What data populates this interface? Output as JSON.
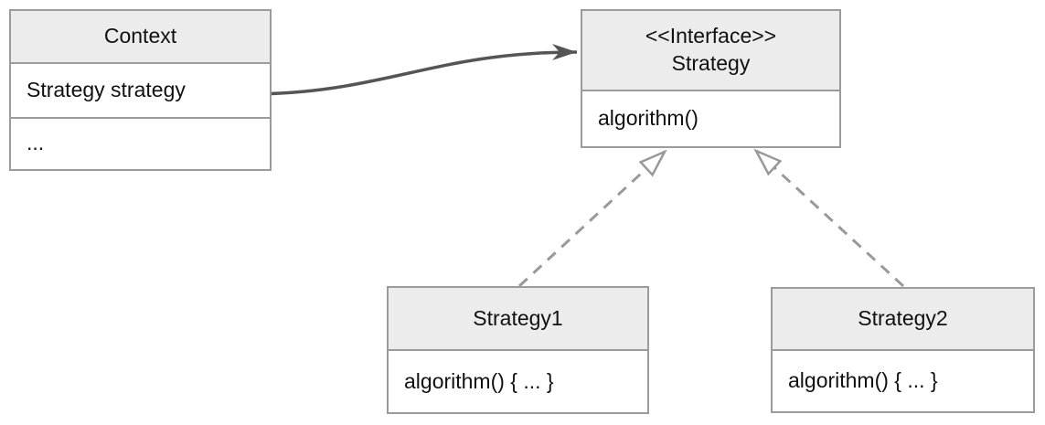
{
  "colors": {
    "box_border": "#9b9b9b",
    "header_fill": "#ececec",
    "body_fill": "#ffffff",
    "text": "#111111",
    "association_arrow": "#555555",
    "realization_arrow": "#999999"
  },
  "classes": {
    "context": {
      "name": "Context",
      "attribute": "Strategy strategy",
      "more": "..."
    },
    "strategy_interface": {
      "stereotype": "<<Interface>>",
      "name": "Strategy",
      "method": "algorithm()"
    },
    "strategy1": {
      "name": "Strategy1",
      "method": "algorithm() { ... }"
    },
    "strategy2": {
      "name": "Strategy2",
      "method": "algorithm() { ... }"
    }
  },
  "relations": {
    "association": {
      "type": "association",
      "from": "Context",
      "to": "Strategy"
    },
    "realization_left": {
      "type": "realization",
      "from": "Strategy1",
      "to": "Strategy"
    },
    "realization_right": {
      "type": "realization",
      "from": "Strategy2",
      "to": "Strategy"
    }
  }
}
